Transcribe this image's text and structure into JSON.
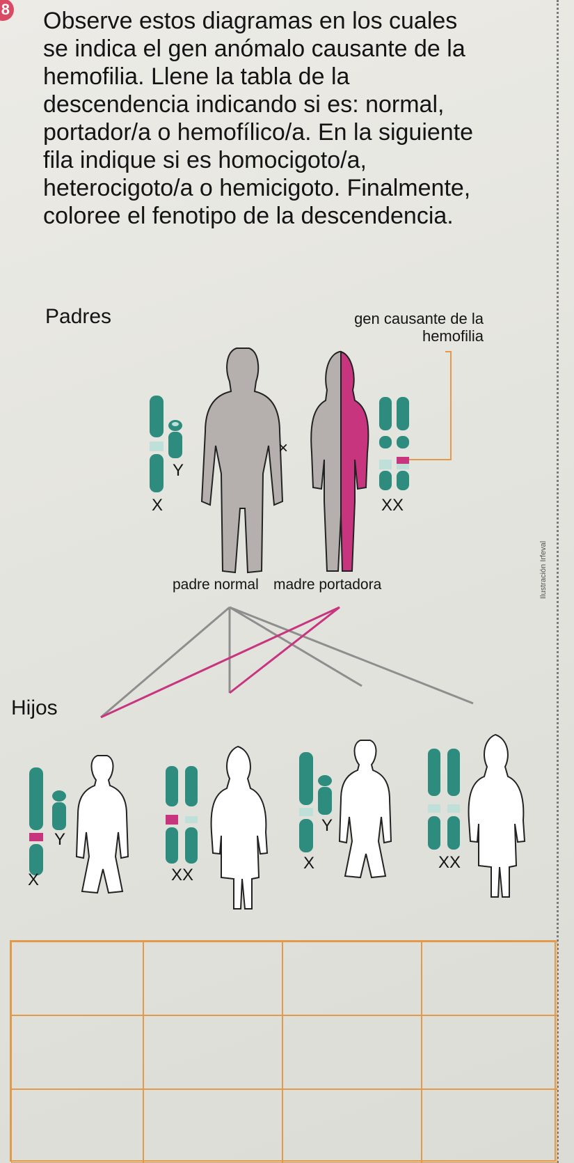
{
  "question_number": "8",
  "instructions": "Observe estos diagramas en los cuales se indica el gen anómalo causante de la hemofilia. Llene la tabla de la descendencia indicando si es: normal, portador/a o hemofílico/a. En la siguiente fila indique si es homocigoto/a, heterocigoto/a o hemicigoto. Finalmente, coloree el fenotipo de la descendencia.",
  "parents_heading": "Padres",
  "gene_label": "gen causante de la hemofilia",
  "cross_symbol": "×",
  "father_caption": "padre normal",
  "mother_caption": "madre portadora",
  "offspring_heading": "Hijos",
  "chromosome_labels": {
    "father_y": "Y",
    "father_x": "X",
    "mother_xx": "XX",
    "son1_y": "Y",
    "son1_x": "X",
    "daughter1_xx": "XX",
    "son2_y": "Y",
    "son2_x": "X",
    "daughter2_xx": "XX"
  },
  "side_text": "Ilustración Irfeval",
  "table": {
    "rows": [
      [
        "",
        "",
        "",
        ""
      ],
      [
        "",
        "",
        "",
        ""
      ],
      [
        "",
        "",
        "",
        ""
      ]
    ]
  },
  "colors": {
    "chromosome": "#2e8c7f",
    "chromosome_band": "#bfe0d8",
    "hemophilia_gene": "#c8357f",
    "silhouette_fill": "#b5b0ae",
    "table_line": "#e29a4a"
  }
}
